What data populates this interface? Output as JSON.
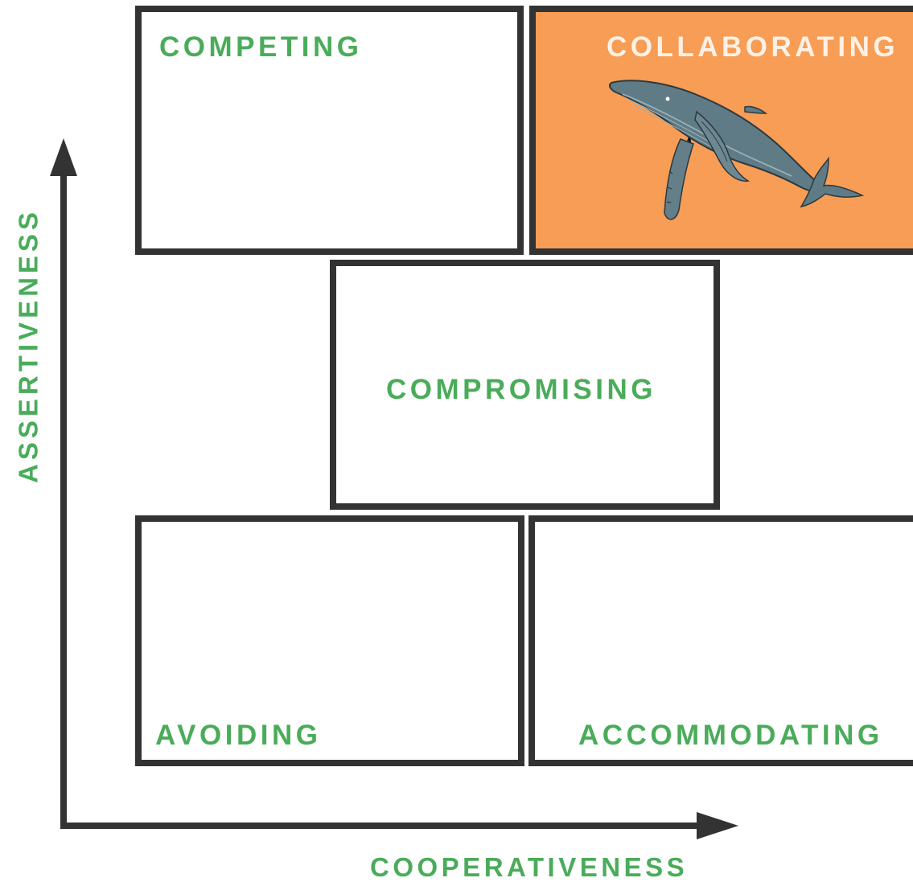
{
  "quadrants": {
    "competing": {
      "label": "COMPETING"
    },
    "collaborating": {
      "label": "COLLABORATING"
    },
    "compromising": {
      "label": "COMPROMISING"
    },
    "avoiding": {
      "label": "AVOIDING"
    },
    "accommodating": {
      "label": "ACCOMMODATING"
    }
  },
  "axes": {
    "y_label": "ASSERTIVENESS",
    "x_label": "COOPERATIVENESS"
  },
  "colors": {
    "label_green": "#4aac5a",
    "highlight_orange": "#f79d55",
    "border_dark": "#333333",
    "whale_body": "#5f7b86"
  },
  "icons": {
    "collaborating_image": "humpback-whale-icon",
    "y_axis_arrow": "arrow-up-icon",
    "x_axis_arrow": "arrow-right-icon"
  }
}
